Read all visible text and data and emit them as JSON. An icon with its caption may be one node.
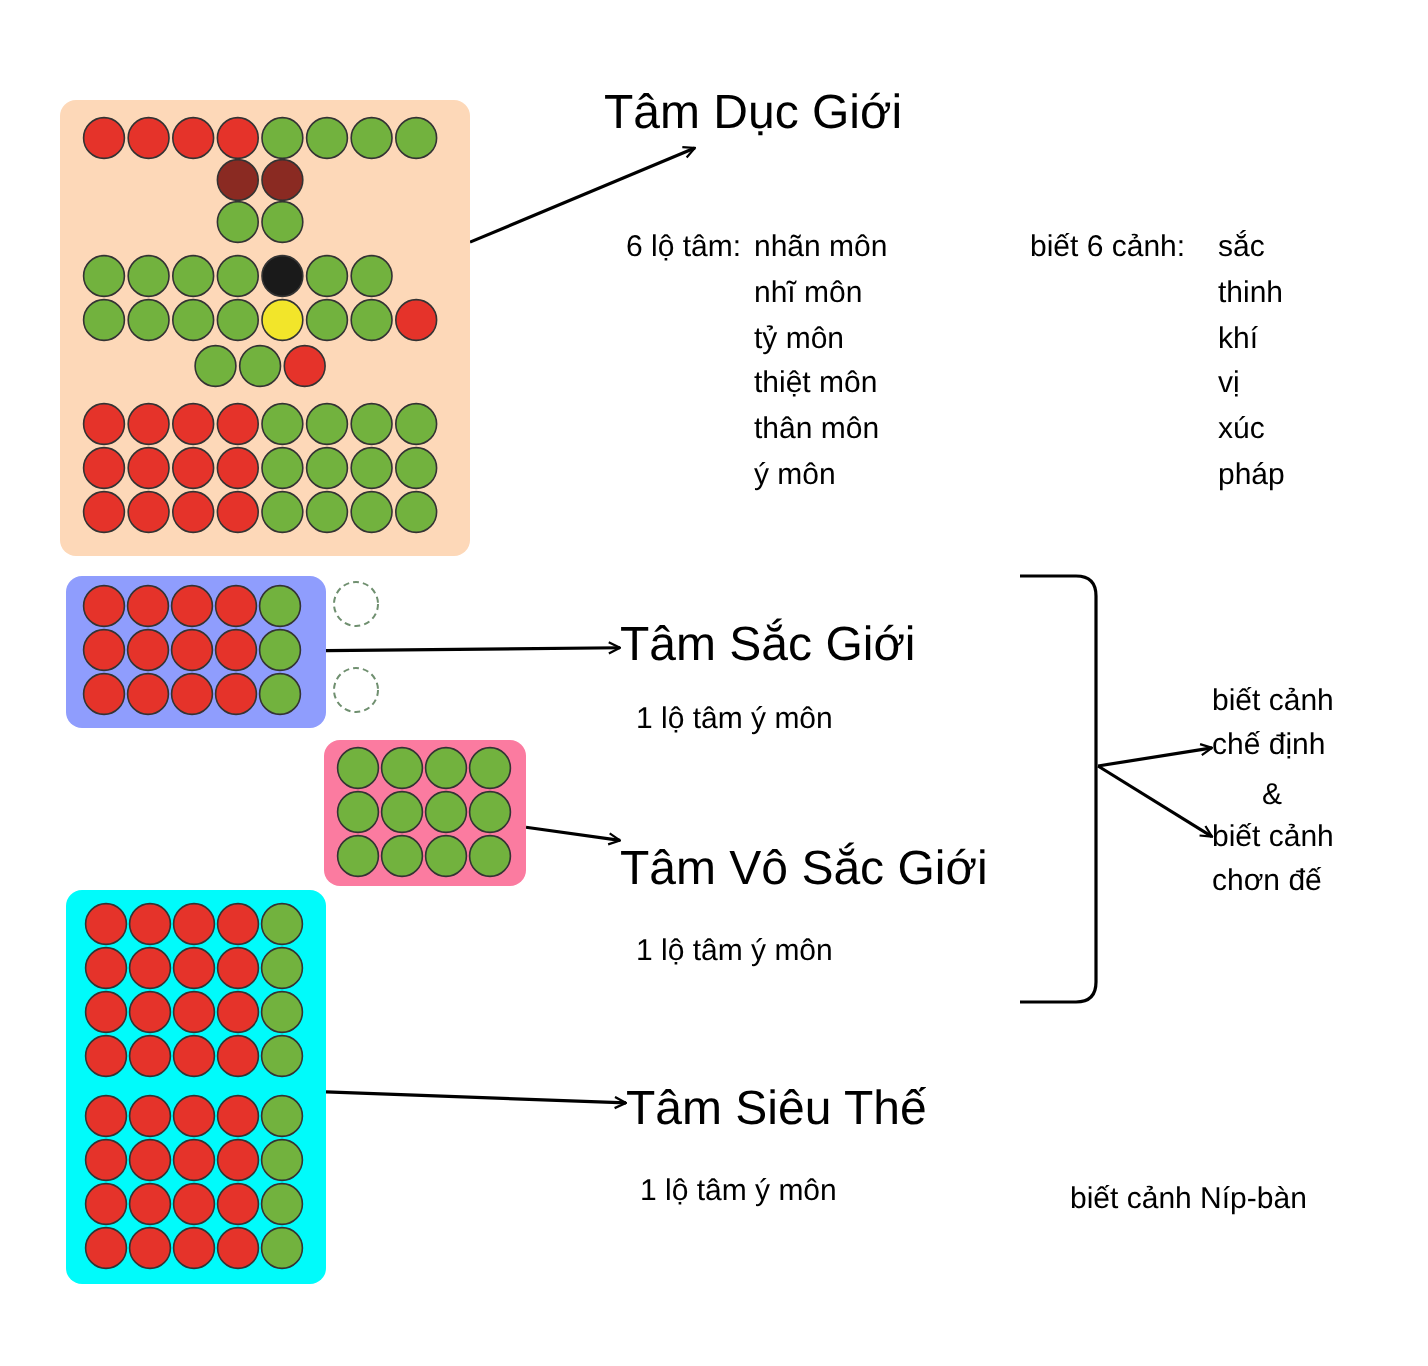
{
  "diagram": {
    "nodes": [
      {
        "text": [],
        "shape": "box"
      },
      {
        "text": [
          "Tâm Dục Giới"
        ]
      },
      {
        "text": [],
        "shape": "box"
      },
      {
        "text": [
          "Tâm Sắc Giới"
        ],
        "beside": [
          "1 lộ tâm ý môn"
        ]
      },
      {
        "text": [],
        "shape": "box"
      },
      {
        "text": [
          "Tâm Vô Sắc Giới"
        ],
        "beside": [
          "1 lộ tâm ý môn"
        ]
      },
      {
        "text": [],
        "shape": "box"
      },
      {
        "text": [
          "Tâm Siêu Thế"
        ],
        "beside": [
          "1 lộ tâm ý môn"
        ]
      },
      {
        "text": [],
        "shape": "bracket"
      },
      {
        "text": [
          "biết cảnh chế định"
        ]
      },
      {
        "text": [
          "biết cảnh chơn đế"
        ]
      }
    ],
    "edges": [
      {
        "from": 0,
        "to": 1,
        "arrow": "to"
      },
      {
        "from": 2,
        "to": 3,
        "arrow": "to"
      },
      {
        "from": 4,
        "to": 5,
        "arrow": "to"
      },
      {
        "from": 6,
        "to": 7,
        "arrow": "to"
      },
      {
        "from": 8,
        "to": 9,
        "arrow": "to"
      },
      {
        "from": 8,
        "to": 10,
        "arrow": "to"
      }
    ],
    "labels": [
      "6 lộ tâm:",
      "nhãn môn",
      "biết 6 cảnh:",
      "sắc",
      "nhĩ môn",
      "thinh",
      "tỷ môn",
      "khí",
      "thiệt môn",
      "vị",
      "thân môn",
      "xúc",
      "ý môn",
      "pháp",
      "&",
      "biết cảnh Níp-bàn"
    ]
  }
}
